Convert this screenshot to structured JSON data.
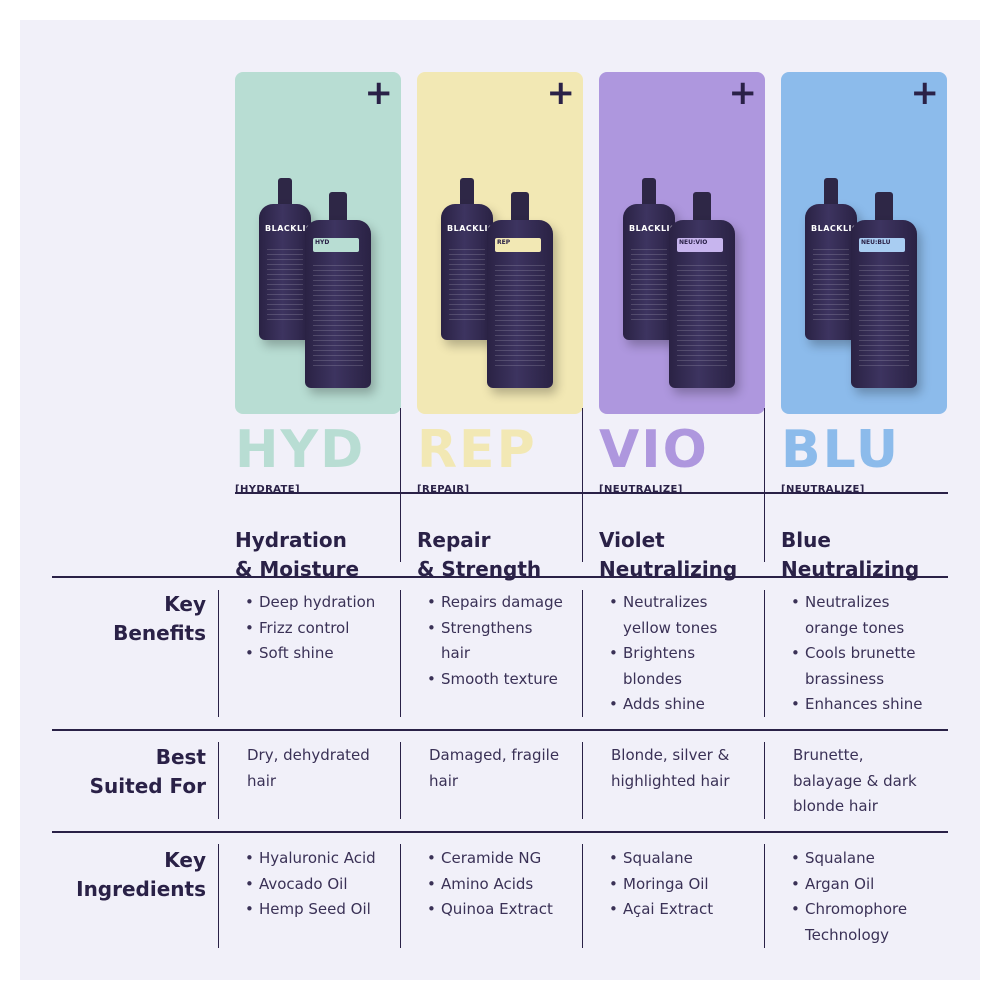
{
  "products": [
    {
      "code": "HYD",
      "qualifier": "[HYDRATE]",
      "title_line1": "Hydration",
      "title_line2": "& Moisture",
      "color": "#b8ddd3",
      "code_color": "#b8ddd3",
      "label_color": "#b8ddd3",
      "brand": "BLACKLIGHT",
      "bottle_label": "HYD"
    },
    {
      "code": "REP",
      "qualifier": "[REPAIR]",
      "title_line1": "Repair",
      "title_line2": "& Strength",
      "color": "#f2e8b4",
      "code_color": "#f2e8b4",
      "label_color": "#f2e8b4",
      "brand": "BLACKLIGHT",
      "bottle_label": "REP"
    },
    {
      "code": "VIO",
      "qualifier": "[NEUTRALIZE]",
      "title_line1": "Violet",
      "title_line2": "Neutralizing",
      "color": "#ae97de",
      "code_color": "#ae97de",
      "label_color": "#c7b5ee",
      "brand": "BLACKLIGHT",
      "bottle_label": "NEU:VIO"
    },
    {
      "code": "BLU",
      "qualifier": "[NEUTRALIZE]",
      "title_line1": "Blue",
      "title_line2": "Neutralizing",
      "color": "#8cbbeb",
      "code_color": "#8cbbeb",
      "label_color": "#a9cdf2",
      "brand": "BLACKLIGHT",
      "bottle_label": "NEU:BLU"
    }
  ],
  "rows": {
    "key_benefits": {
      "label_line1": "Key",
      "label_line2": "Benefits",
      "cells": [
        [
          "Deep hydration",
          "Frizz control",
          "Soft shine"
        ],
        [
          "Repairs damage",
          "Strengthens hair",
          "Smooth texture"
        ],
        [
          "Neutralizes yellow tones",
          "Brightens blondes",
          "Adds shine"
        ],
        [
          "Neutralizes orange tones",
          "Cools brunette brassiness",
          "Enhances shine"
        ]
      ]
    },
    "best_suited_for": {
      "label_line1": "Best",
      "label_line2": "Suited For",
      "cells": [
        "Dry, dehydrated hair",
        "Damaged, fragile hair",
        "Blonde, silver & highlighted hair",
        "Brunette, balayage & dark blonde hair"
      ]
    },
    "key_ingredients": {
      "label_line1": "Key",
      "label_line2": "Ingredients",
      "cells": [
        [
          "Hyaluronic Acid",
          "Avocado Oil",
          "Hemp Seed Oil"
        ],
        [
          "Ceramide NG",
          "Amino Acids",
          "Quinoa Extract"
        ],
        [
          "Squalane",
          "Moringa Oil",
          "Açai Extract"
        ],
        [
          "Squalane",
          "Argan Oil",
          "Chromophore Technology"
        ]
      ]
    }
  },
  "plus_symbol": "+",
  "icons": {
    "add": "plus-icon"
  },
  "colors": {
    "ink": "#2a2147",
    "background": "#f1f0f9"
  }
}
